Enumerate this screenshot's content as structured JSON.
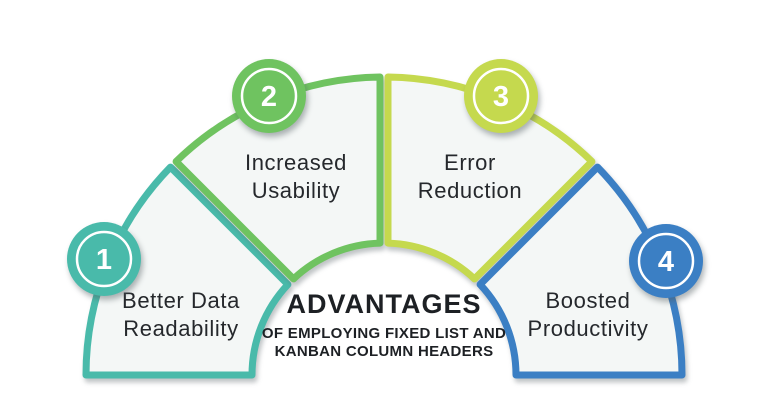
{
  "diagram": {
    "center_title": {
      "main": "ADVANTAGES",
      "subtitle_line1": "OF EMPLOYING FIXED LIST AND",
      "subtitle_line2": "KANBAN COLUMN HEADERS"
    },
    "segments": [
      {
        "number": "1",
        "label_line1": "Better Data",
        "label_line2": "Readability",
        "color": "#49BAAA"
      },
      {
        "number": "2",
        "label_line1": "Increased",
        "label_line2": "Usability",
        "color": "#6FC360"
      },
      {
        "number": "3",
        "label_line1": "Error",
        "label_line2": "Reduction",
        "color": "#C5D94E"
      },
      {
        "number": "4",
        "label_line1": "Boosted",
        "label_line2": "Productivity",
        "color": "#3B7FC4"
      }
    ],
    "wedge_fill": "#F4F7F6",
    "text_color": "#25282C"
  }
}
